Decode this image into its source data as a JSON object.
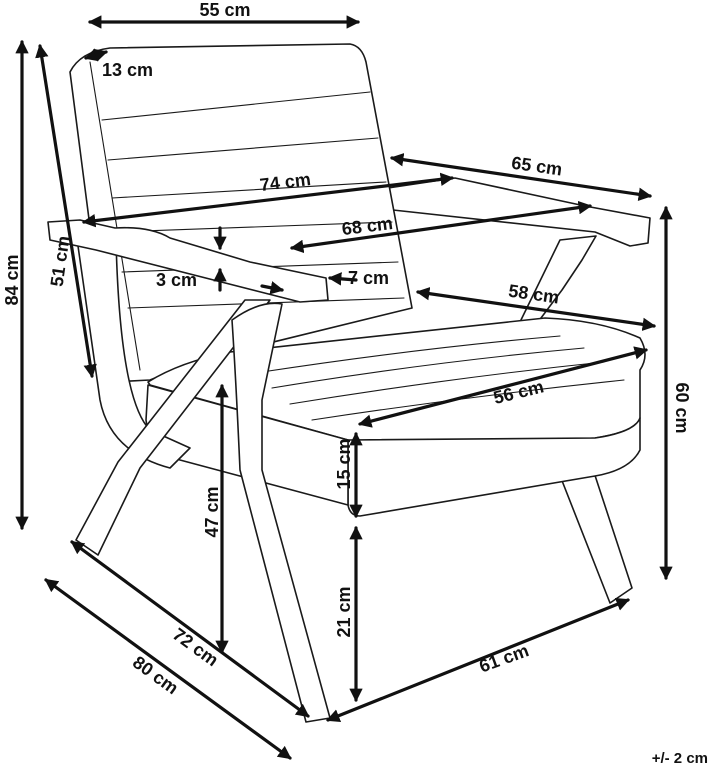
{
  "dimensions": {
    "top_width": "55 cm",
    "back_depth": "13 cm",
    "total_height": "84 cm",
    "backrest_height": "51 cm",
    "overall_width": "74 cm",
    "armrest_length": "65 cm",
    "inner_width": "68 cm",
    "armrest_width": "7 cm",
    "armrest_thickness": "3 cm",
    "seat_depth": "58 cm",
    "seat_width": "56 cm",
    "armrest_height": "60 cm",
    "seat_thickness": "15 cm",
    "seat_height": "47 cm",
    "leg_clearance": "21 cm",
    "leg_span_front": "61 cm",
    "leg_span_side": "72 cm",
    "total_depth": "80 cm"
  },
  "tolerance": "+/- 2 cm",
  "colors": {
    "line": "#1a1a1a",
    "background": "#ffffff"
  }
}
